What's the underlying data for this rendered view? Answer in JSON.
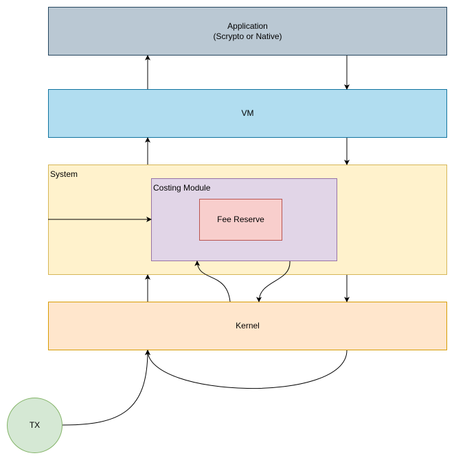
{
  "application": {
    "title": "Application",
    "subtitle": "(Scrypto or Native)",
    "fill": "#bac8d3",
    "stroke": "#23445d"
  },
  "vm": {
    "label": "VM",
    "fill": "#b1ddf0",
    "stroke": "#10739e"
  },
  "system": {
    "label": "System",
    "fill": "#fff2cc",
    "stroke": "#d6b656"
  },
  "costing_module": {
    "label": "Costing Module",
    "fill": "#e1d5e7",
    "stroke": "#9673a6"
  },
  "fee_reserve": {
    "label": "Fee Reserve",
    "fill": "#f8cecc",
    "stroke": "#b85450"
  },
  "kernel": {
    "label": "Kernel",
    "fill": "#ffe6cc",
    "stroke": "#d79b00"
  },
  "tx": {
    "label": "TX",
    "fill": "#d5e8d4",
    "stroke": "#82b366"
  }
}
